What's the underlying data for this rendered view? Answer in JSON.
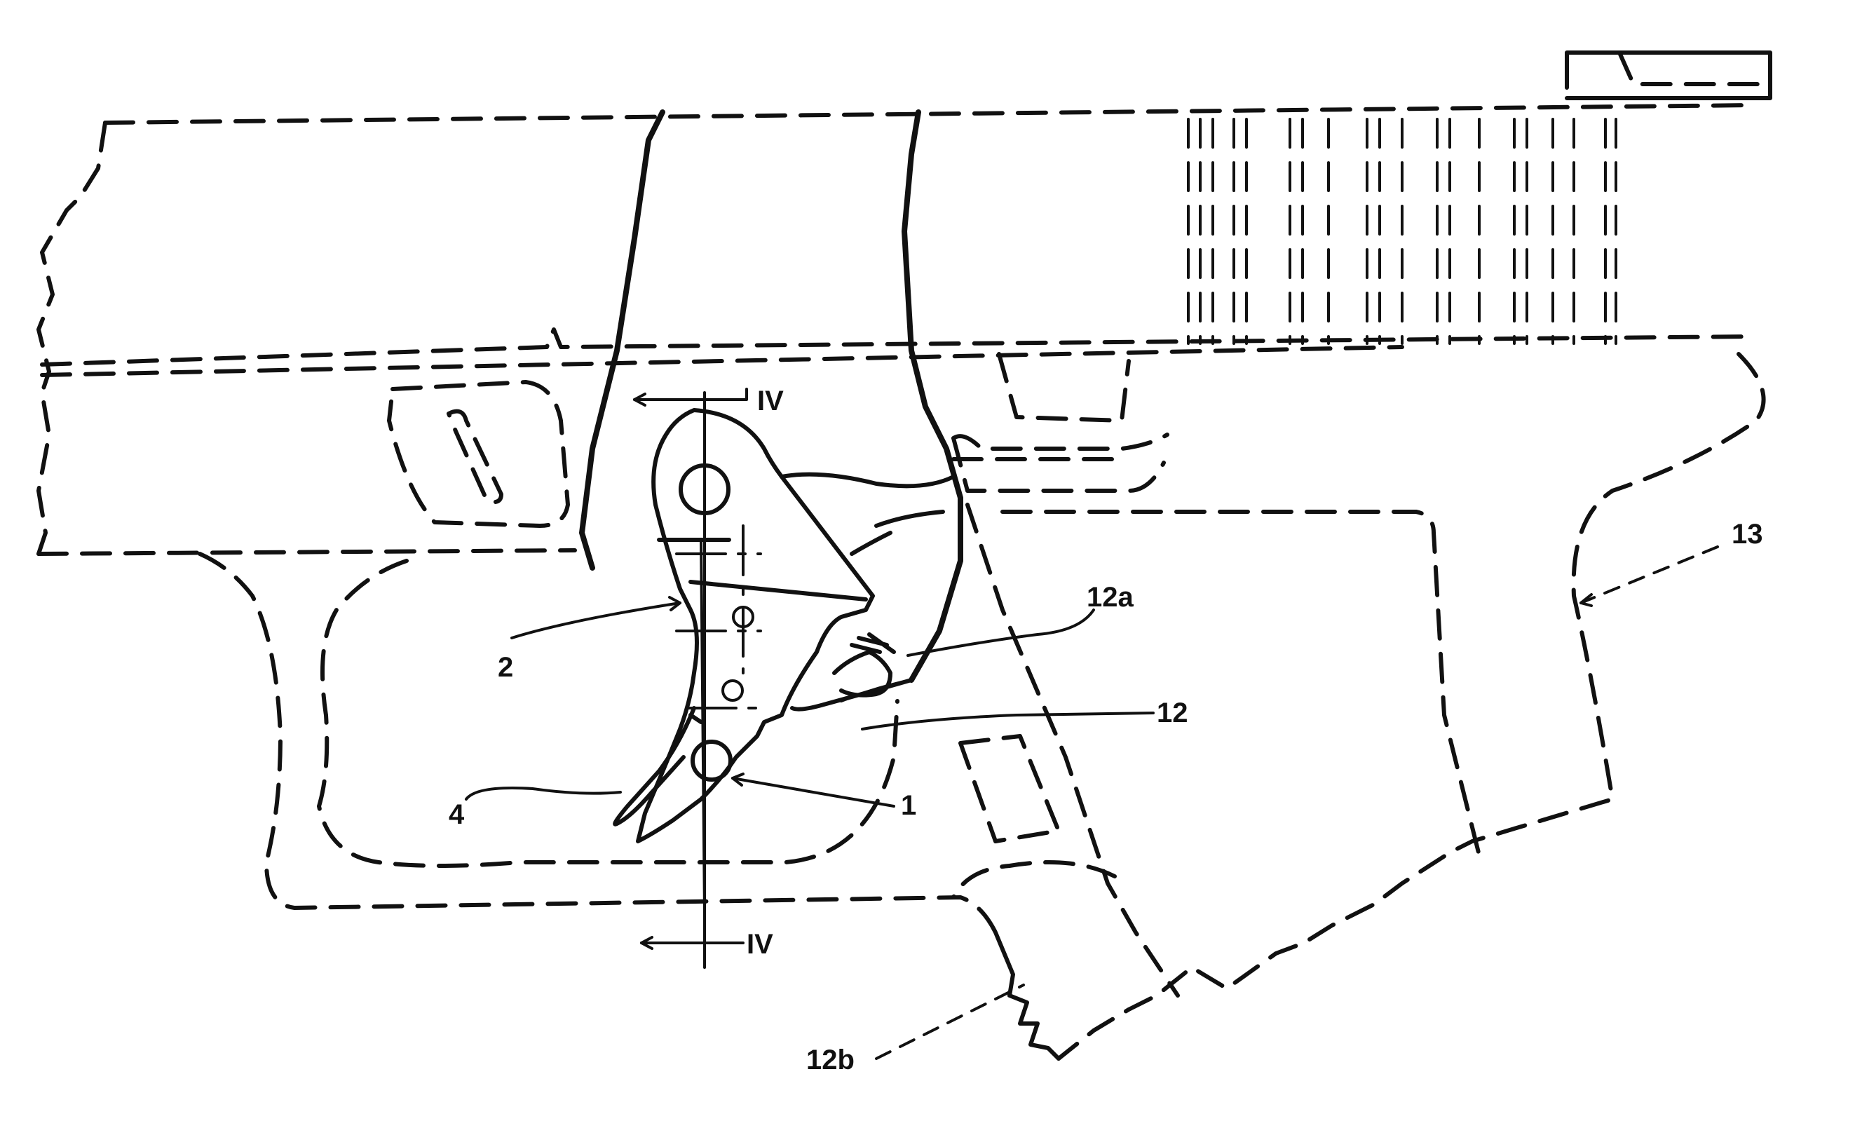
{
  "figure": {
    "labels": {
      "label_1": "1",
      "label_2": "2",
      "label_4": "4",
      "label_12": "12",
      "label_12a": "12a",
      "label_12b": "12b",
      "label_13": "13",
      "section_top": "IV",
      "section_bottom": "IV"
    }
  }
}
